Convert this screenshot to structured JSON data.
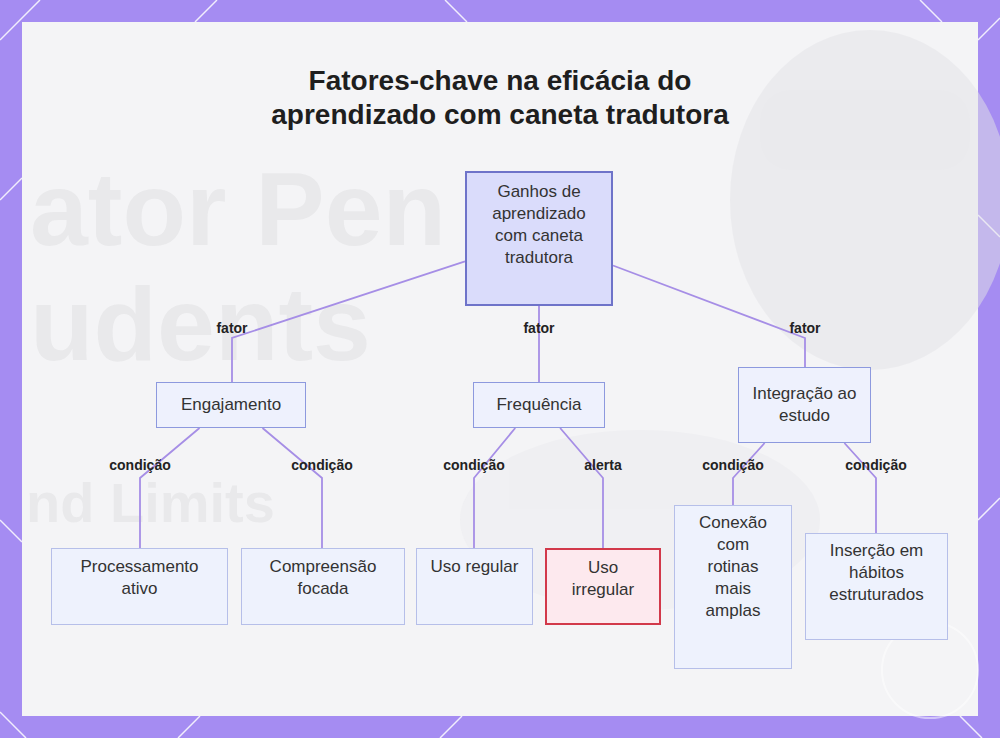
{
  "diagram": {
    "title": "Fatores-chave na eficácia do aprendizado com caneta tradutora",
    "nodes": [
      {
        "text": [
          "Ganhos de aprendizado com caneta tradutora"
        ]
      },
      {
        "text": [
          "Engajamento"
        ]
      },
      {
        "text": [
          "Frequência"
        ]
      },
      {
        "text": [
          "Integração ao estudo"
        ]
      },
      {
        "text": [
          "Processamento ativo"
        ]
      },
      {
        "text": [
          "Compreensão focada"
        ]
      },
      {
        "text": [
          "Uso regular"
        ]
      },
      {
        "text": [
          "Uso irregular"
        ]
      },
      {
        "text": [
          "Conexão com rotinas mais amplas"
        ]
      },
      {
        "text": [
          "Inserção em hábitos estruturados"
        ]
      }
    ],
    "edges": [
      {
        "from": 0,
        "to": 1,
        "arrow": "none",
        "label": "fator"
      },
      {
        "from": 0,
        "to": 2,
        "arrow": "none",
        "label": "fator"
      },
      {
        "from": 0,
        "to": 3,
        "arrow": "none",
        "label": "fator"
      },
      {
        "from": 1,
        "to": 4,
        "arrow": "none",
        "label": "condição"
      },
      {
        "from": 1,
        "to": 5,
        "arrow": "none",
        "label": "condição"
      },
      {
        "from": 2,
        "to": 6,
        "arrow": "none",
        "label": "condição"
      },
      {
        "from": 2,
        "to": 7,
        "arrow": "none",
        "label": "alerta"
      },
      {
        "from": 3,
        "to": 8,
        "arrow": "none",
        "label": "condição"
      },
      {
        "from": 3,
        "to": 9,
        "arrow": "none",
        "label": "condição"
      }
    ],
    "labels": [
      "ator Pen",
      "udents",
      "nd Limits"
    ]
  }
}
